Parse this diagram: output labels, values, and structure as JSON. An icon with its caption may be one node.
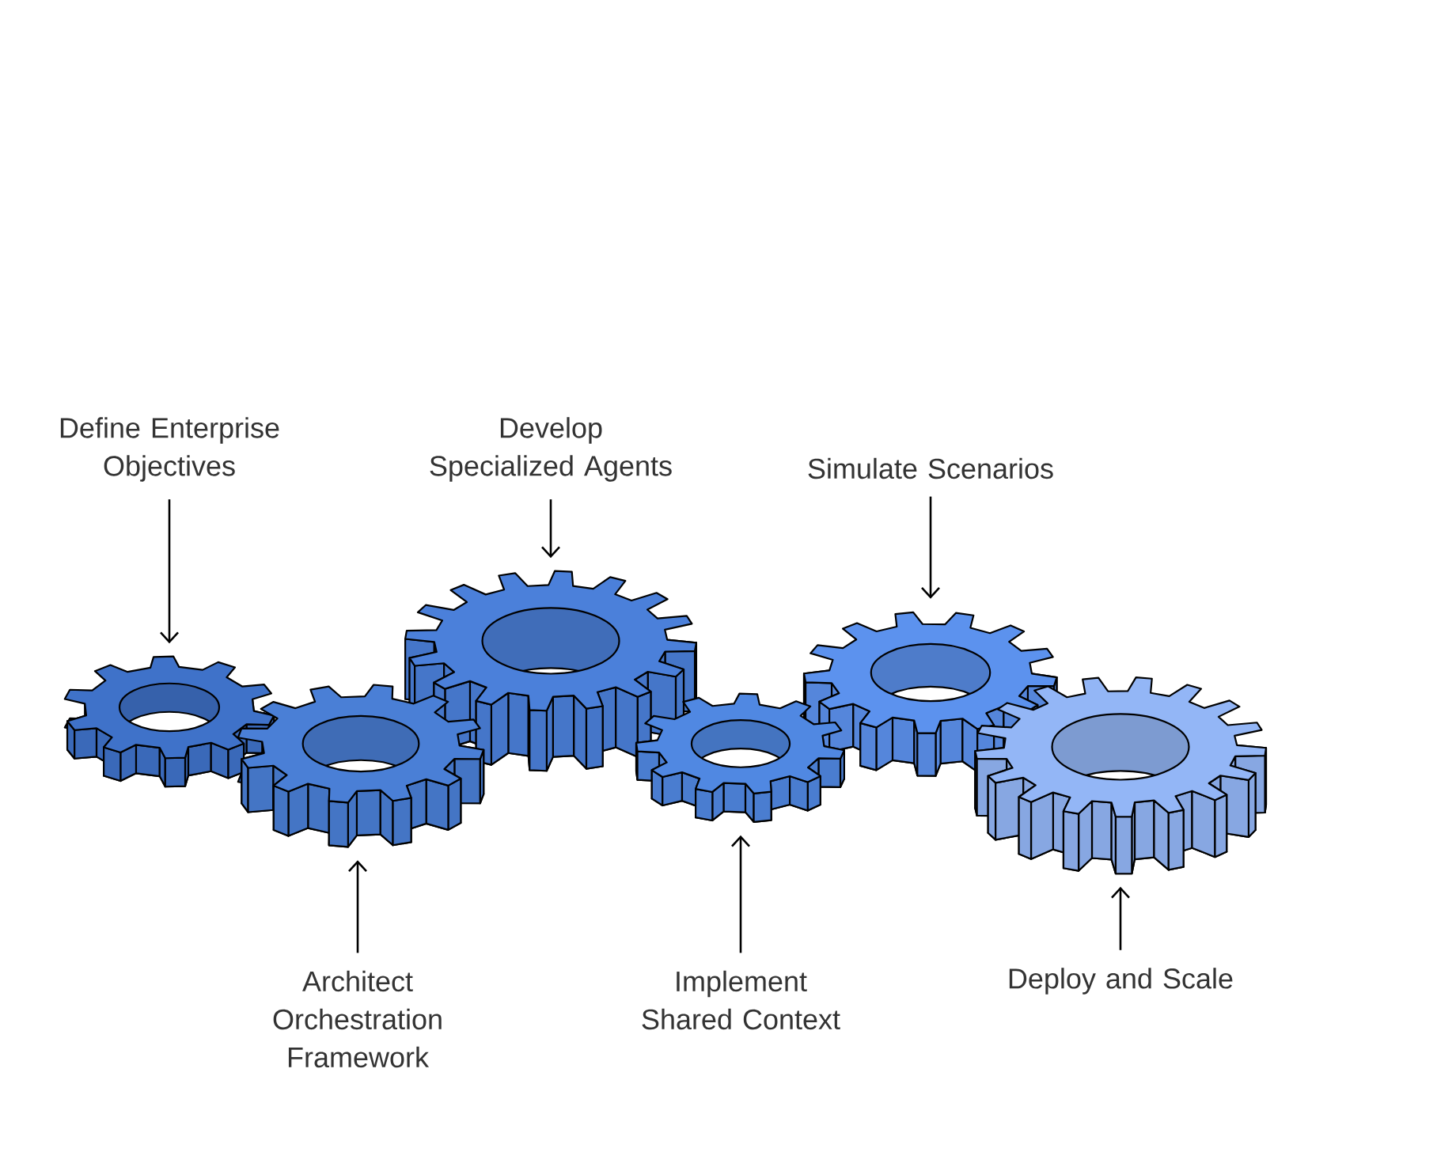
{
  "diagram": {
    "nodes": [
      {
        "text": [
          "Define Enterprise Objectives"
        ]
      },
      {
        "text": [
          "Architect Orchestration Framework"
        ]
      },
      {
        "text": [
          "Develop Specialized Agents"
        ]
      },
      {
        "text": [
          "Implement Shared Context"
        ]
      },
      {
        "text": [
          "Simulate Scenarios"
        ]
      },
      {
        "text": [
          "Deploy and Scale"
        ]
      },
      {
        "text": [],
        "shape": "gear"
      },
      {
        "text": [],
        "shape": "gear"
      },
      {
        "text": [],
        "shape": "gear"
      },
      {
        "text": [],
        "shape": "gear"
      },
      {
        "text": [],
        "shape": "gear"
      },
      {
        "text": [],
        "shape": "gear"
      }
    ],
    "edges": [
      {
        "from": 0,
        "to": 6,
        "arrow": "to"
      },
      {
        "from": 1,
        "to": 7,
        "arrow": "to"
      },
      {
        "from": 2,
        "to": 8,
        "arrow": "to"
      },
      {
        "from": 3,
        "to": 9,
        "arrow": "to"
      },
      {
        "from": 4,
        "to": 10,
        "arrow": "to"
      },
      {
        "from": 5,
        "to": 11,
        "arrow": "to"
      }
    ]
  }
}
